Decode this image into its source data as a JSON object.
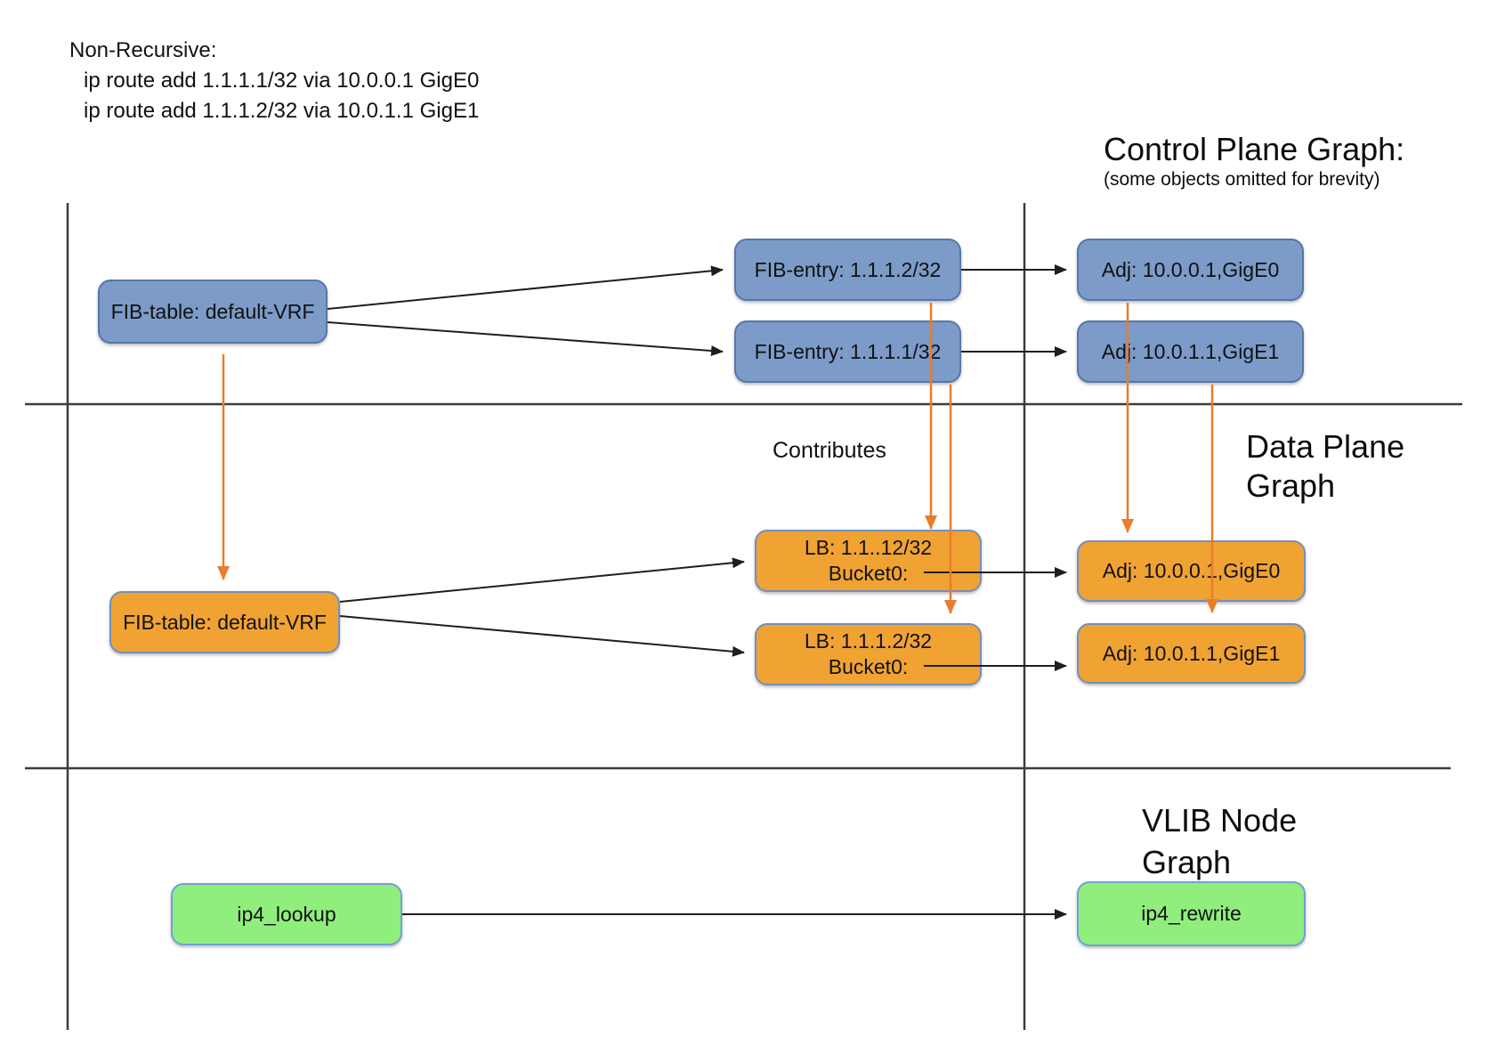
{
  "colors": {
    "blue_fill": "#7C9BC8",
    "blue_stroke": "#5677A8",
    "orange_fill": "#F0A233",
    "orange_stroke": "#7390BC",
    "green_fill": "#90EE7D",
    "green_stroke": "#70A1D9",
    "arrow_orange": "#E87D2D",
    "line_dark": "#1E1E1E",
    "divider": "#3C3C3C"
  },
  "annotation": {
    "title": "Non-Recursive:",
    "line1": "ip route add 1.1.1.1/32 via 10.0.0.1 GigE0",
    "line2": "ip route add 1.1.1.2/32 via 10.0.1.1 GigE1"
  },
  "headings": {
    "control_plane": {
      "title": "Control Plane Graph:",
      "subtitle": "(some objects omitted for brevity)"
    },
    "data_plane": {
      "line1": "Data Plane",
      "line2": "Graph"
    },
    "vlib": {
      "line1": "VLIB Node",
      "line2": "Graph"
    },
    "contributes": "Contributes"
  },
  "control_plane": {
    "fib_table": "FIB-table: default-VRF",
    "fib_entry_2": "FIB-entry: 1.1.1.2/32",
    "fib_entry_1": "FIB-entry: 1.1.1.1/32",
    "adj_gige0": "Adj: 10.0.0.1,GigE0",
    "adj_gige1": "Adj: 10.0.1.1,GigE1"
  },
  "data_plane": {
    "fib_table": "FIB-table: default-VRF",
    "lb_1": {
      "line1": "LB: 1.1..12/32",
      "line2": "Bucket0:"
    },
    "lb_2": {
      "line1": "LB: 1.1.1.2/32",
      "line2": "Bucket0:"
    },
    "adj_gige0": "Adj: 10.0.0.1,GigE0",
    "adj_gige1": "Adj: 10.0.1.1,GigE1"
  },
  "vlib": {
    "ip4_lookup": "ip4_lookup",
    "ip4_rewrite": "ip4_rewrite"
  }
}
